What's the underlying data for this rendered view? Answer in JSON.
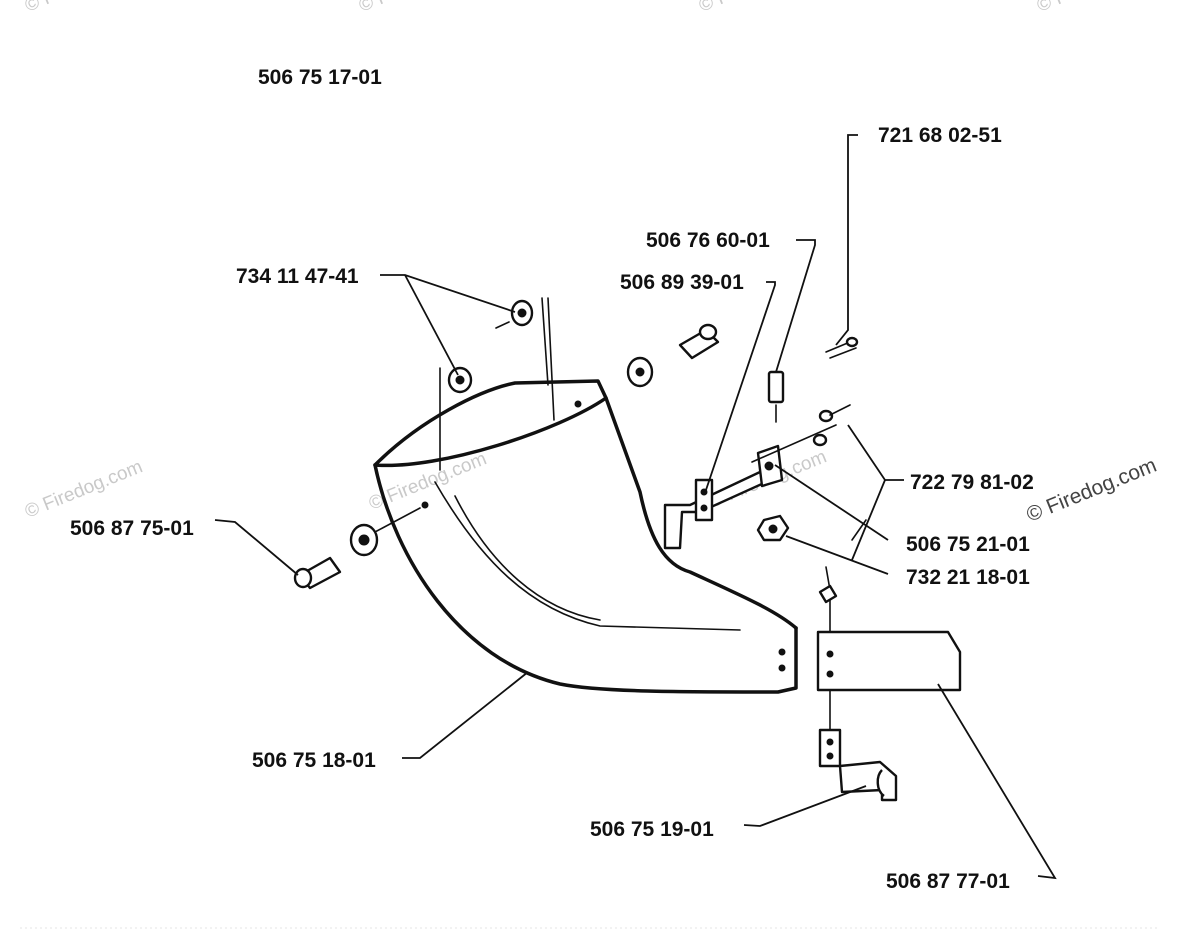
{
  "diagram_title": "506 75 17-01",
  "part_labels": {
    "p_721_68_02_51": "721 68 02-51",
    "p_506_76_60_01": "506 76 60-01",
    "p_506_89_39_01": "506 89 39-01",
    "p_734_11_47_41": "734 11 47-41",
    "p_722_79_81_02": "722 79 81-02",
    "p_506_75_21_01": "506 75 21-01",
    "p_732_21_18_01": "732 21 18-01",
    "p_506_87_75_01": "506 87 75-01",
    "p_506_75_18_01": "506 75 18-01",
    "p_506_75_19_01": "506 75 19-01",
    "p_506_87_77_01": "506 87 77-01"
  },
  "watermark": {
    "short": "© Fire",
    "full": "© Firedog.com",
    "plain": "Firedog.com"
  },
  "colors": {
    "ink": "#111111",
    "watermark": "#c9c9c9",
    "background": "#ffffff"
  }
}
